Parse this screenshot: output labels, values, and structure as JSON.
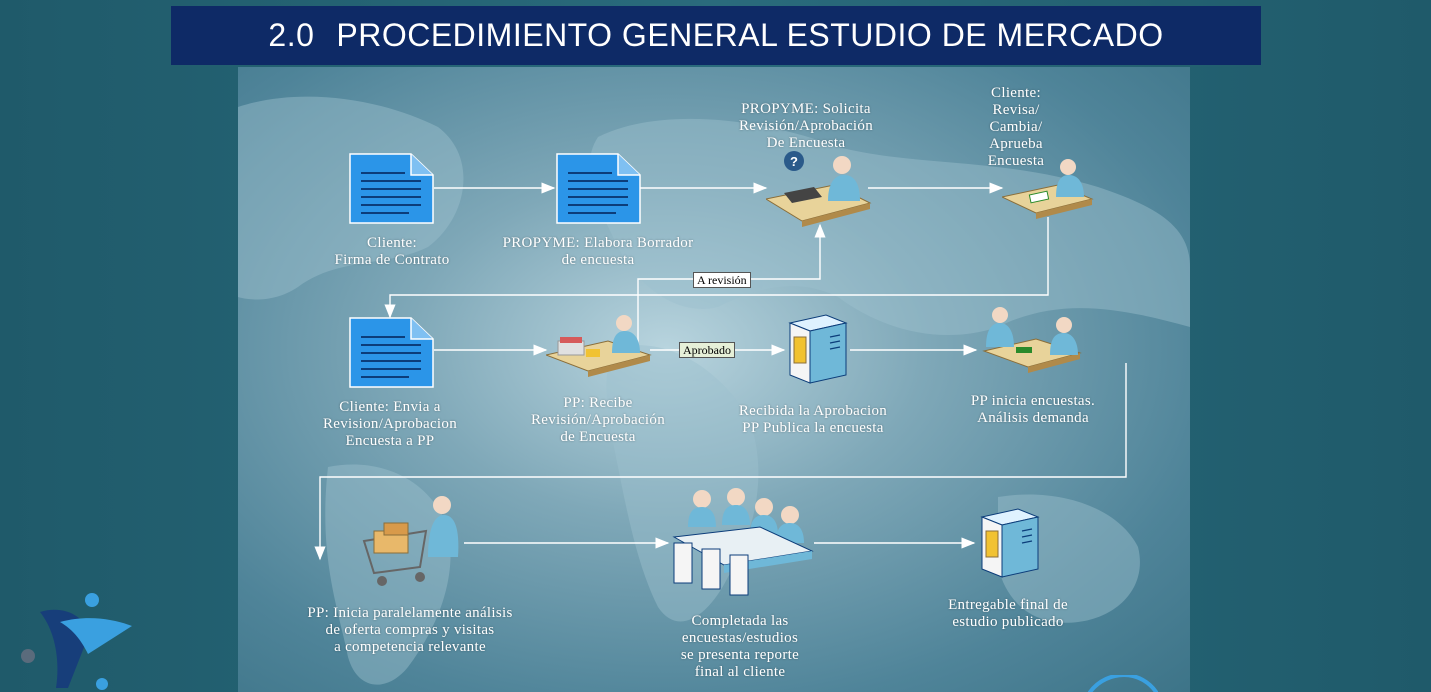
{
  "title": {
    "number": "2.0",
    "text": "PROCEDIMIENTO GENERAL ESTUDIO DE MERCADO"
  },
  "steps": {
    "s1": "Cliente:\nFirma de Contrato",
    "s2": "PROPYME: Elabora Borrador\nde encuesta",
    "s3": "PROPYME: Solicita\nRevisión/Aprobación\nDe Encuesta",
    "s4": "Cliente:\nRevisa/\nCambia/\nAprueba\nEncuesta",
    "s5": "Cliente: Envia a\nRevision/Aprobacion\nEncuesta a PP",
    "s6": "PP: Recibe\nRevisión/Aprobación\nde Encuesta",
    "s7": "Recibida la Aprobacion\nPP Publica la encuesta",
    "s8": "PP inicia encuestas.\nAnálisis demanda",
    "s9": "PP: Inicia paralelamente análisis\nde oferta compras y visitas\na competencia relevante",
    "s10": "Completada las\nencuestas/estudios\nse presenta reporte\nfinal al cliente",
    "s11": "Entregable final de\nestudio publicado"
  },
  "edge_labels": {
    "review": "A revisión",
    "approved": "Aprobado"
  },
  "icons": {
    "doc1": "document-icon",
    "doc2": "document-icon",
    "doc3": "document-icon",
    "person_desk": "person-at-desk-icon",
    "server": "server-icon",
    "meeting": "meeting-table-icon",
    "shopping": "shopping-cart-icon"
  },
  "colors": {
    "title_bg": "#0e2a66",
    "doc": "#1e8be0",
    "arrow": "#ffffff"
  }
}
